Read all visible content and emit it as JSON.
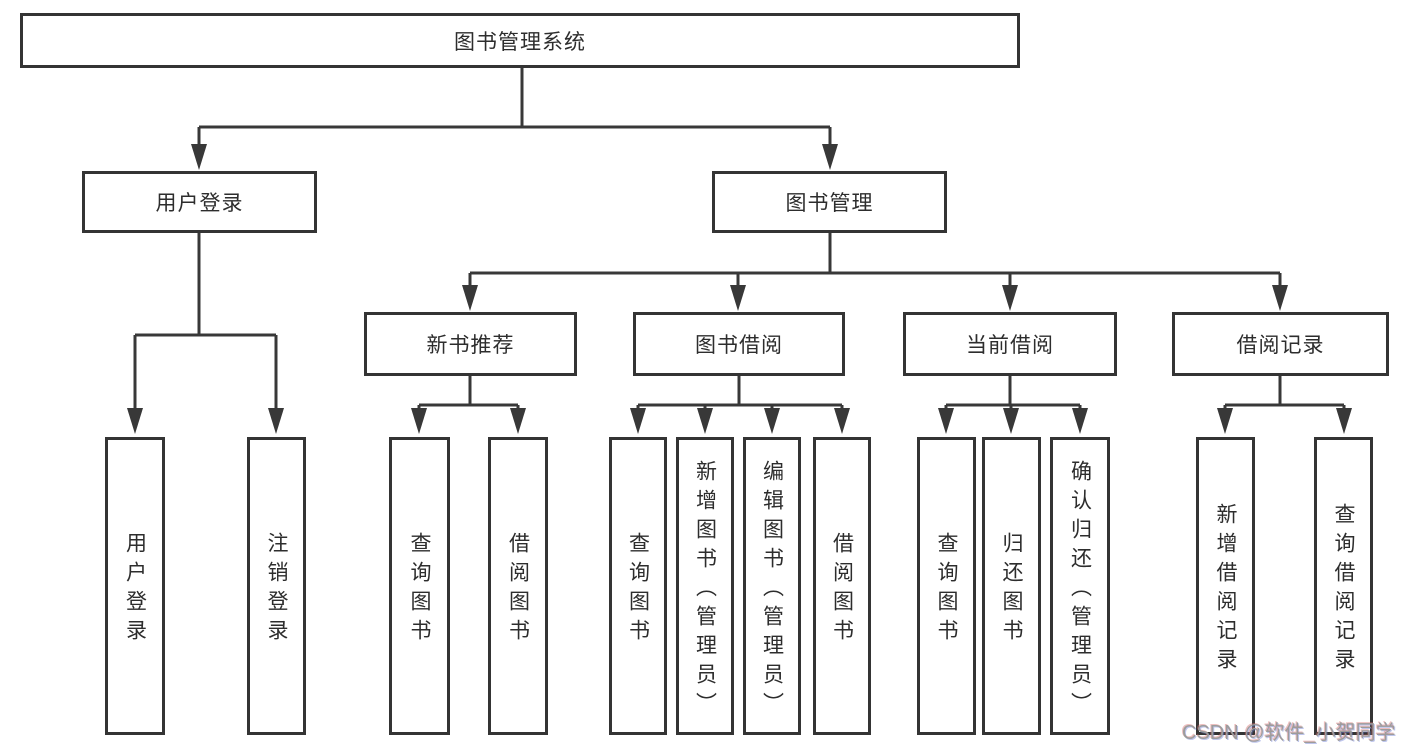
{
  "diagram": {
    "root": {
      "label": "图书管理系统"
    },
    "branches": [
      {
        "label": "用户登录",
        "children": [
          {
            "label": "用户登录"
          },
          {
            "label": "注销登录"
          }
        ]
      },
      {
        "label": "图书管理",
        "children": [
          {
            "label": "新书推荐",
            "children": [
              {
                "label": "查询图书"
              },
              {
                "label": "借阅图书"
              }
            ]
          },
          {
            "label": "图书借阅",
            "children": [
              {
                "label": "查询图书"
              },
              {
                "label": "新增图书（管理员）"
              },
              {
                "label": "编辑图书（管理员）"
              },
              {
                "label": "借阅图书"
              }
            ]
          },
          {
            "label": "当前借阅",
            "children": [
              {
                "label": "查询图书"
              },
              {
                "label": "归还图书"
              },
              {
                "label": "确认归还（管理员）"
              }
            ]
          },
          {
            "label": "借阅记录",
            "children": [
              {
                "label": "新增借阅记录"
              },
              {
                "label": "查询借阅记录"
              }
            ]
          }
        ]
      }
    ]
  },
  "watermark": {
    "text": "CSDN @软件_小贺同学"
  },
  "colors": {
    "line": "#383838",
    "border": "#343434",
    "text": "#2d2d2d",
    "watermark": "#9c9c9c",
    "background": "#ffffff"
  }
}
